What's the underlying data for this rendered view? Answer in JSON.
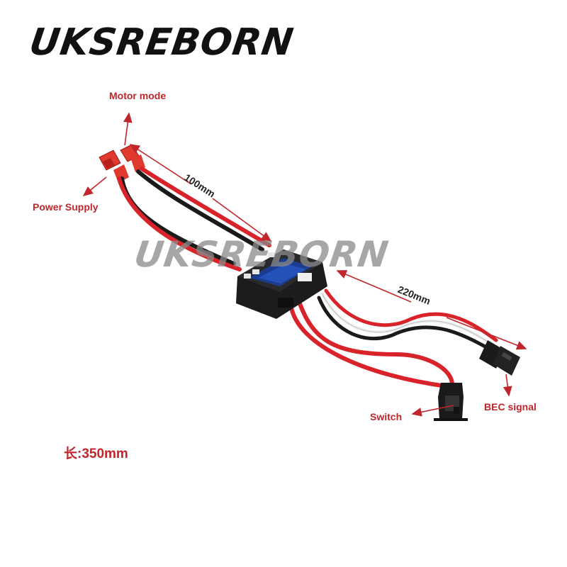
{
  "brand": {
    "logo_text": "UKSREBORN",
    "watermark_text": "UKSREBORN"
  },
  "labels": {
    "motor_mode": "Motor mode",
    "power_supply": "Power Supply",
    "switch": "Switch",
    "bec_signal": "BEC signal"
  },
  "dimensions": {
    "motor_lead": "100mm",
    "bec_lead": "220mm",
    "total_length": "长:350mm"
  },
  "colors": {
    "annotation": "#c0262b",
    "wire_red": "#d8232a",
    "wire_black": "#1a1a1a",
    "wire_white": "#f2f2f2",
    "body": "#1c1c1e"
  }
}
